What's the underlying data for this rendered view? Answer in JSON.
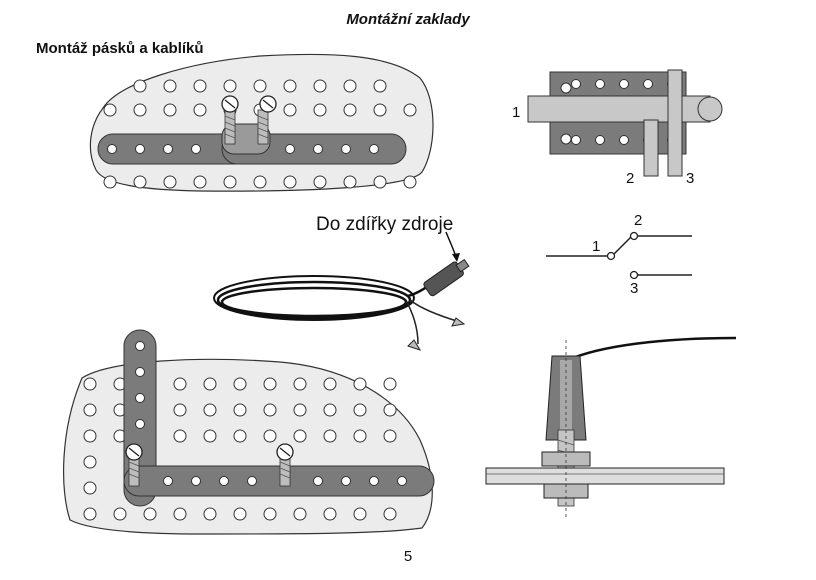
{
  "page": {
    "title": "Montážní zaklady",
    "section_title": "Montáž pásků a kablíků",
    "page_number": "5"
  },
  "figures": {
    "wire_label": "Do zdířky zdroje",
    "switch_labels": [
      "1",
      "2",
      "3"
    ],
    "schematic_labels": [
      "1",
      "2",
      "3"
    ]
  },
  "colors": {
    "board": "#ededed",
    "strip": "#7a7a7a",
    "hole": "#ffffff",
    "line": "#222222"
  }
}
